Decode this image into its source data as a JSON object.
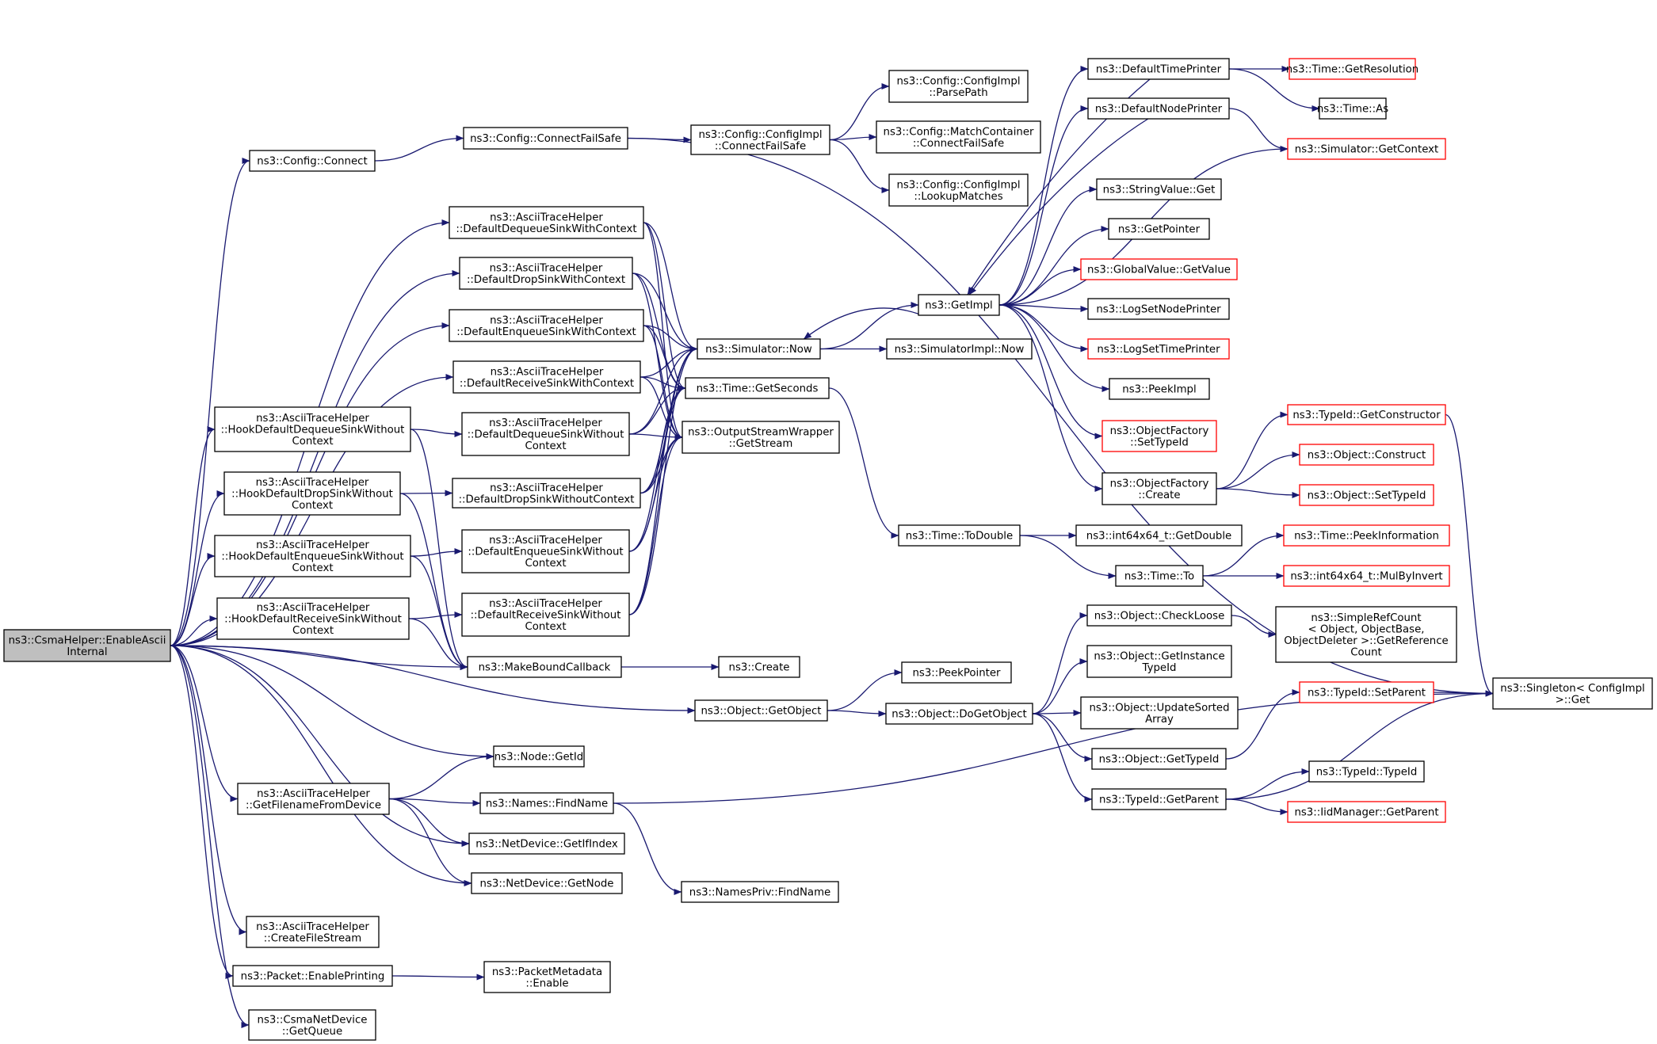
{
  "diagram": {
    "colors": {
      "edge": "#191970",
      "truncated_border": "#ff0000",
      "root_fill": "#bfbfbf",
      "node_border": "#000000"
    },
    "nodes": [
      {
        "id": "root",
        "lines": [
          "ns3::CsmaHelper::EnableAscii",
          "Internal"
        ],
        "root": true
      },
      {
        "id": "cfgConnect",
        "lines": [
          "ns3::Config::Connect"
        ]
      },
      {
        "id": "cfgConnectFailSafe",
        "lines": [
          "ns3::Config::ConnectFailSafe"
        ]
      },
      {
        "id": "implConnectFailSafe",
        "lines": [
          "ns3::Config::ConfigImpl",
          "::ConnectFailSafe"
        ]
      },
      {
        "id": "implParsePath",
        "lines": [
          "ns3::Config::ConfigImpl",
          "::ParsePath"
        ]
      },
      {
        "id": "matchConnectFailSafe",
        "lines": [
          "ns3::Config::MatchContainer",
          "::ConnectFailSafe"
        ]
      },
      {
        "id": "implLookupMatches",
        "lines": [
          "ns3::Config::ConfigImpl",
          "::LookupMatches"
        ]
      },
      {
        "id": "dfltDequeueCtx",
        "lines": [
          "ns3::AsciiTraceHelper",
          "::DefaultDequeueSinkWithContext"
        ]
      },
      {
        "id": "dfltDropCtx",
        "lines": [
          "ns3::AsciiTraceHelper",
          "::DefaultDropSinkWithContext"
        ]
      },
      {
        "id": "dfltEnqueueCtx",
        "lines": [
          "ns3::AsciiTraceHelper",
          "::DefaultEnqueueSinkWithContext"
        ]
      },
      {
        "id": "dfltReceiveCtx",
        "lines": [
          "ns3::AsciiTraceHelper",
          "::DefaultReceiveSinkWithContext"
        ]
      },
      {
        "id": "hookDequeue",
        "lines": [
          "ns3::AsciiTraceHelper",
          "::HookDefaultDequeueSinkWithout",
          "Context"
        ]
      },
      {
        "id": "hookDrop",
        "lines": [
          "ns3::AsciiTraceHelper",
          "::HookDefaultDropSinkWithout",
          "Context"
        ]
      },
      {
        "id": "hookEnqueue",
        "lines": [
          "ns3::AsciiTraceHelper",
          "::HookDefaultEnqueueSinkWithout",
          "Context"
        ]
      },
      {
        "id": "hookReceive",
        "lines": [
          "ns3::AsciiTraceHelper",
          "::HookDefaultReceiveSinkWithout",
          "Context"
        ]
      },
      {
        "id": "dfltDequeueNoCtx",
        "lines": [
          "ns3::AsciiTraceHelper",
          "::DefaultDequeueSinkWithout",
          "Context"
        ]
      },
      {
        "id": "dfltDropNoCtx",
        "lines": [
          "ns3::AsciiTraceHelper",
          "::DefaultDropSinkWithoutContext"
        ]
      },
      {
        "id": "dfltEnqueueNoCtx",
        "lines": [
          "ns3::AsciiTraceHelper",
          "::DefaultEnqueueSinkWithout",
          "Context"
        ]
      },
      {
        "id": "dfltReceiveNoCtx",
        "lines": [
          "ns3::AsciiTraceHelper",
          "::DefaultReceiveSinkWithout",
          "Context"
        ]
      },
      {
        "id": "simNow",
        "lines": [
          "ns3::Simulator::Now"
        ]
      },
      {
        "id": "timeGetSeconds",
        "lines": [
          "ns3::Time::GetSeconds"
        ]
      },
      {
        "id": "oswGetStream",
        "lines": [
          "ns3::OutputStreamWrapper",
          "::GetStream"
        ]
      },
      {
        "id": "makeBoundCallback",
        "lines": [
          "ns3::MakeBoundCallback"
        ]
      },
      {
        "id": "create",
        "lines": [
          "ns3::Create"
        ]
      },
      {
        "id": "objGetObject",
        "lines": [
          "ns3::Object::GetObject"
        ]
      },
      {
        "id": "nodeGetId",
        "lines": [
          "ns3::Node::GetId"
        ]
      },
      {
        "id": "getFilename",
        "lines": [
          "ns3::AsciiTraceHelper",
          "::GetFilenameFromDevice"
        ]
      },
      {
        "id": "namesFindName",
        "lines": [
          "ns3::Names::FindName"
        ]
      },
      {
        "id": "netdevGetIfIndex",
        "lines": [
          "ns3::NetDevice::GetIfIndex"
        ]
      },
      {
        "id": "netdevGetNode",
        "lines": [
          "ns3::NetDevice::GetNode"
        ]
      },
      {
        "id": "namesPrivFindName",
        "lines": [
          "ns3::NamesPriv::FindName"
        ]
      },
      {
        "id": "createFileStream",
        "lines": [
          "ns3::AsciiTraceHelper",
          "::CreateFileStream"
        ]
      },
      {
        "id": "pktEnablePrinting",
        "lines": [
          "ns3::Packet::EnablePrinting"
        ]
      },
      {
        "id": "pktMetaEnable",
        "lines": [
          "ns3::PacketMetadata",
          "::Enable"
        ]
      },
      {
        "id": "csmaGetQueue",
        "lines": [
          "ns3::CsmaNetDevice",
          "::GetQueue"
        ]
      },
      {
        "id": "getImpl",
        "lines": [
          "ns3::GetImpl"
        ]
      },
      {
        "id": "simImplNow",
        "lines": [
          "ns3::SimulatorImpl::Now"
        ]
      },
      {
        "id": "timeToDouble",
        "lines": [
          "ns3::Time::ToDouble"
        ]
      },
      {
        "id": "objDoGetObject",
        "lines": [
          "ns3::Object::DoGetObject"
        ]
      },
      {
        "id": "peekPointer",
        "lines": [
          "ns3::PeekPointer"
        ]
      },
      {
        "id": "defaultTimePrinter",
        "lines": [
          "ns3::DefaultTimePrinter"
        ]
      },
      {
        "id": "defaultNodePrinter",
        "lines": [
          "ns3::DefaultNodePrinter"
        ]
      },
      {
        "id": "stringValueGet",
        "lines": [
          "ns3::StringValue::Get"
        ]
      },
      {
        "id": "getPointer",
        "lines": [
          "ns3::GetPointer"
        ]
      },
      {
        "id": "globalValueGetValue",
        "lines": [
          "ns3::GlobalValue::GetValue"
        ],
        "truncated": true
      },
      {
        "id": "logSetNodePrinter",
        "lines": [
          "ns3::LogSetNodePrinter"
        ]
      },
      {
        "id": "logSetTimePrinter",
        "lines": [
          "ns3::LogSetTimePrinter"
        ],
        "truncated": true
      },
      {
        "id": "peekImpl",
        "lines": [
          "ns3::PeekImpl"
        ]
      },
      {
        "id": "objFactSetTypeId",
        "lines": [
          "ns3::ObjectFactory",
          "::SetTypeId"
        ],
        "truncated": true
      },
      {
        "id": "objFactCreate",
        "lines": [
          "ns3::ObjectFactory",
          "::Create"
        ]
      },
      {
        "id": "int64GetDouble",
        "lines": [
          "ns3::int64x64_t::GetDouble"
        ]
      },
      {
        "id": "timeTo",
        "lines": [
          "ns3::Time::To"
        ]
      },
      {
        "id": "objCheckLoose",
        "lines": [
          "ns3::Object::CheckLoose"
        ]
      },
      {
        "id": "objGetInstanceTypeId",
        "lines": [
          "ns3::Object::GetInstance",
          "TypeId"
        ]
      },
      {
        "id": "objUpdateSortedArray",
        "lines": [
          "ns3::Object::UpdateSorted",
          "Array"
        ]
      },
      {
        "id": "objGetTypeId",
        "lines": [
          "ns3::Object::GetTypeId"
        ]
      },
      {
        "id": "typeIdGetParent",
        "lines": [
          "ns3::TypeId::GetParent"
        ]
      },
      {
        "id": "timeGetResolution",
        "lines": [
          "ns3::Time::GetResolution"
        ],
        "truncated": true
      },
      {
        "id": "timeAs",
        "lines": [
          "ns3::Time::As"
        ]
      },
      {
        "id": "simGetContext",
        "lines": [
          "ns3::Simulator::GetContext"
        ],
        "truncated": true
      },
      {
        "id": "typeIdGetConstructor",
        "lines": [
          "ns3::TypeId::GetConstructor"
        ],
        "truncated": true
      },
      {
        "id": "objConstruct",
        "lines": [
          "ns3::Object::Construct"
        ],
        "truncated": true
      },
      {
        "id": "objSetTypeId",
        "lines": [
          "ns3::Object::SetTypeId"
        ],
        "truncated": true
      },
      {
        "id": "timePeekInformation",
        "lines": [
          "ns3::Time::PeekInformation"
        ],
        "truncated": true
      },
      {
        "id": "int64MulByInvert",
        "lines": [
          "ns3::int64x64_t::MulByInvert"
        ],
        "truncated": true
      },
      {
        "id": "simpleRefCount",
        "lines": [
          "ns3::SimpleRefCount",
          "< Object, ObjectBase,",
          "ObjectDeleter >::GetReference",
          "Count"
        ]
      },
      {
        "id": "typeIdSetParent",
        "lines": [
          "ns3::TypeId::SetParent"
        ],
        "truncated": true
      },
      {
        "id": "typeIdTypeId",
        "lines": [
          "ns3::TypeId::TypeId"
        ]
      },
      {
        "id": "iidGetParent",
        "lines": [
          "ns3::IidManager::GetParent"
        ],
        "truncated": true
      },
      {
        "id": "singletonGet",
        "lines": [
          "ns3::Singleton< ConfigImpl",
          ">::Get"
        ]
      }
    ]
  }
}
